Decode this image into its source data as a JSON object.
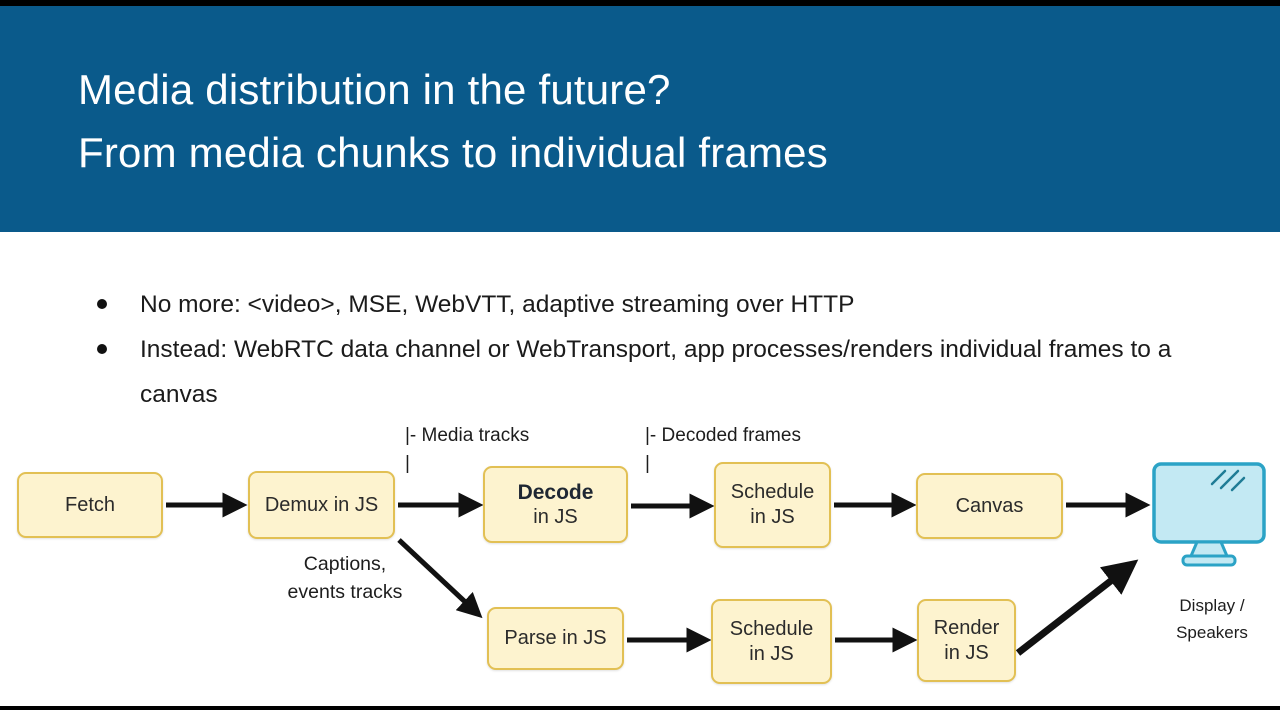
{
  "header": {
    "title_line1": "Media distribution in the future?",
    "title_line2": "From media chunks to individual frames"
  },
  "bullets": [
    "No more: <video>, MSE, WebVTT, adaptive streaming over HTTP",
    "Instead: WebRTC data channel or WebTransport, app processes/renders individual frames to a canvas"
  ],
  "diagram": {
    "tick": "|",
    "annotations": {
      "media_tracks": "|- Media tracks",
      "decoded_frames": "|- Decoded frames",
      "captions_line1": "Captions,",
      "captions_line2": "events tracks",
      "display_line1": "Display /",
      "display_line2": "Speakers"
    },
    "boxes": {
      "fetch": "Fetch",
      "demux": "Demux in JS",
      "decode_line1": "Decode",
      "decode_line2": "in JS",
      "schedule_top_line1": "Schedule",
      "schedule_top_line2": "in JS",
      "canvas": "Canvas",
      "parse": "Parse in JS",
      "schedule_bottom_line1": "Schedule",
      "schedule_bottom_line2": "in JS",
      "render_line1": "Render",
      "render_line2": "in JS"
    },
    "colors": {
      "box_fill": "#fdf3cf",
      "box_border": "#e2c054",
      "arrow": "#111111",
      "monitor_fill": "#c3e9f3",
      "monitor_stroke": "#2ba3c6",
      "header_bg": "#0a5a8b"
    }
  }
}
